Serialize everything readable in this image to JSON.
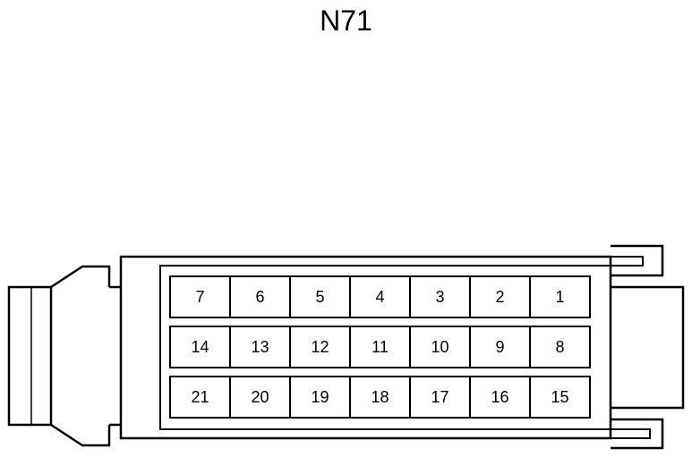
{
  "title": "N71",
  "colors": {
    "line": "#000000",
    "background": "#ffffff"
  },
  "pins": {
    "rows": [
      [
        "7",
        "6",
        "5",
        "4",
        "3",
        "2",
        "1"
      ],
      [
        "14",
        "13",
        "12",
        "11",
        "10",
        "9",
        "8"
      ],
      [
        "21",
        "20",
        "19",
        "18",
        "17",
        "16",
        "15"
      ]
    ]
  }
}
